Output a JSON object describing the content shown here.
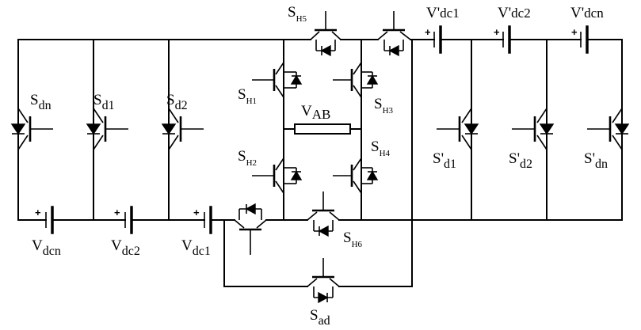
{
  "switches": {
    "sdn": {
      "main": "S",
      "sub": "dn"
    },
    "sd1": {
      "main": "S",
      "sub": "d1"
    },
    "sd2": {
      "main": "S",
      "sub": "d2"
    },
    "sh1": {
      "main": "S",
      "sub": "H1"
    },
    "sh2": {
      "main": "S",
      "sub": "H2"
    },
    "sh3": {
      "main": "S",
      "sub": "H3"
    },
    "sh4": {
      "main": "S",
      "sub": "H4"
    },
    "sh5": {
      "main": "S",
      "sub": "H5"
    },
    "sh6": {
      "main": "S",
      "sub": "H6"
    },
    "sad": {
      "main": "S",
      "sub": "ad"
    },
    "spd1": {
      "main": "S'",
      "sub": "d1"
    },
    "spd2": {
      "main": "S'",
      "sub": "d2"
    },
    "spdn": {
      "main": "S'",
      "sub": "dn"
    }
  },
  "sources": {
    "vdcn": {
      "main": "V",
      "sub": "dcn"
    },
    "vdc2": {
      "main": "V",
      "sub": "dc2"
    },
    "vdc1": {
      "main": "V",
      "sub": "dc1"
    },
    "vpdc1": {
      "main": "V'",
      "sub": "dc1"
    },
    "vpdc2": {
      "main": "V'",
      "sub": "dc2"
    },
    "vpdcn": {
      "main": "V'",
      "sub": "dcn"
    }
  },
  "load": {
    "main": "V",
    "sub": "AB"
  },
  "polarity": "+"
}
